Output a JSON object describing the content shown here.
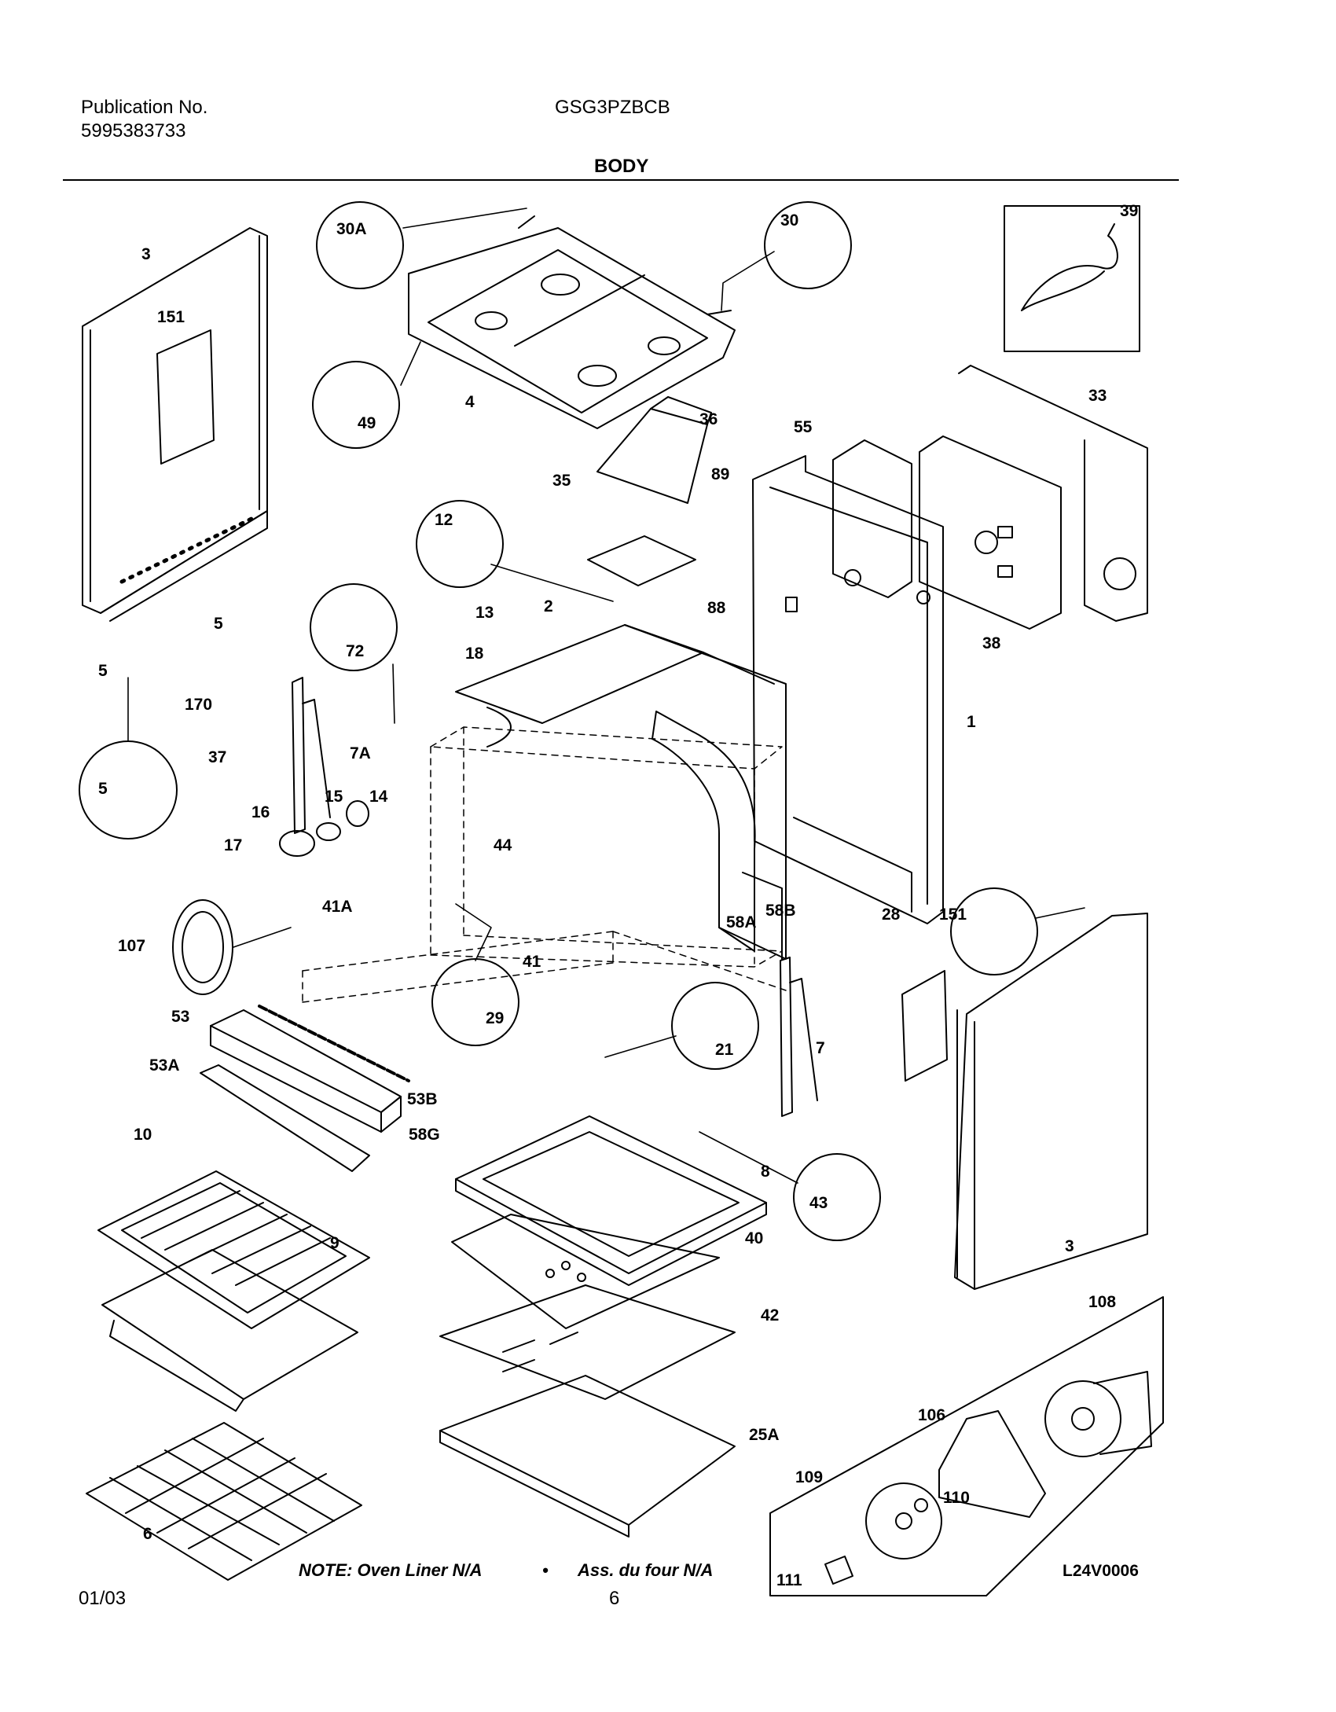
{
  "header": {
    "publication_label": "Publication No.",
    "publication_number": "5995383733",
    "model": "GSG3PZBCB",
    "section_title": "BODY"
  },
  "callouts": [
    "3",
    "151",
    "5",
    "5",
    "5",
    "170",
    "37",
    "7A",
    "15",
    "14",
    "16",
    "17",
    "41A",
    "107",
    "53",
    "53A",
    "53B",
    "58G",
    "10",
    "9",
    "6",
    "30A",
    "49",
    "4",
    "30",
    "36",
    "12",
    "35",
    "89",
    "88",
    "2",
    "13",
    "18",
    "72",
    "44",
    "41",
    "29",
    "21",
    "7",
    "8",
    "43",
    "40",
    "42",
    "25A",
    "39",
    "33",
    "55",
    "38",
    "1",
    "58A",
    "58B",
    "28",
    "151",
    "3",
    "108",
    "106",
    "109",
    "110",
    "111"
  ],
  "note": {
    "left": "NOTE: Oven Liner N/A",
    "bullet": "•",
    "right": "Ass. du four N/A"
  },
  "drawing_code": "L24V0006",
  "footer": {
    "date": "01/03",
    "page": "6"
  }
}
